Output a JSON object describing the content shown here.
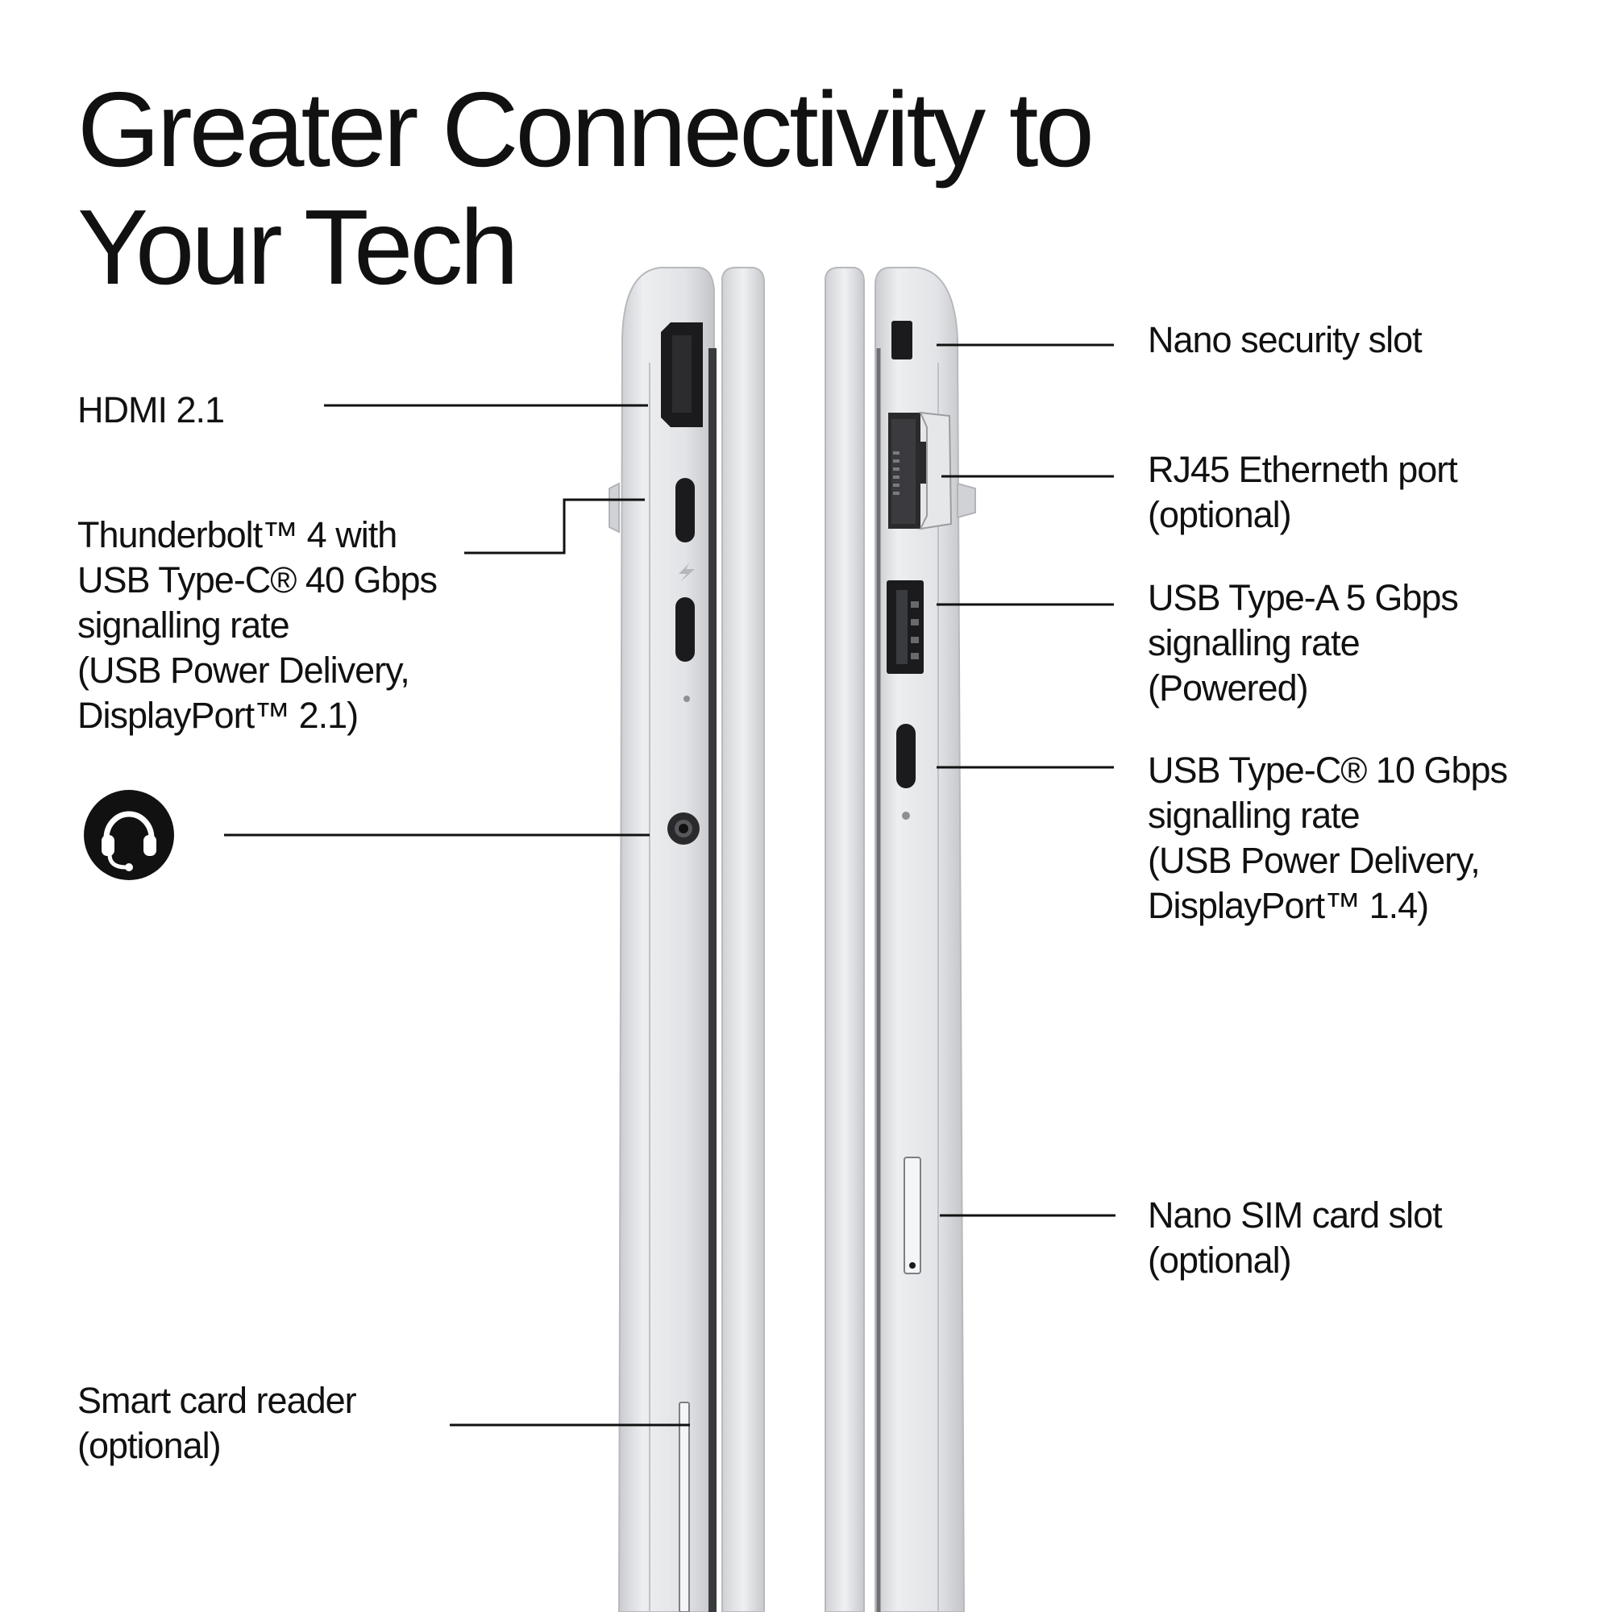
{
  "title": {
    "line1": "Greater Connectivity to",
    "line2": "Your Tech"
  },
  "left_ports": {
    "hdmi": {
      "lines": [
        "HDMI 2.1"
      ]
    },
    "thunderbolt": {
      "lines": [
        "Thunderbolt™ 4 with",
        "USB Type-C® 40 Gbps",
        "signalling rate",
        "(USB Power Delivery,",
        "DisplayPort™ 2.1)"
      ]
    },
    "audio_jack": {
      "icon": "headset-icon"
    },
    "smart_card": {
      "lines": [
        "Smart card reader",
        "(optional)"
      ]
    }
  },
  "right_ports": {
    "nano_security": {
      "lines": [
        "Nano security slot"
      ]
    },
    "rj45": {
      "lines": [
        "RJ45 Etherneth port",
        "(optional)"
      ]
    },
    "usb_a": {
      "lines": [
        "USB Type-A 5 Gbps",
        "signalling rate",
        "(Powered)"
      ]
    },
    "usb_c": {
      "lines": [
        "USB Type-C® 10 Gbps",
        "signalling rate",
        "(USB Power Delivery,",
        "DisplayPort™ 1.4)"
      ]
    },
    "nano_sim": {
      "lines": [
        "Nano SIM card slot",
        "(optional)"
      ]
    }
  },
  "colors": {
    "text": "#111111",
    "chassis": "#dcdde0",
    "chassis_light": "#eeeff1",
    "chassis_dark": "#b9bbc0",
    "port": "#1b1b1d"
  }
}
